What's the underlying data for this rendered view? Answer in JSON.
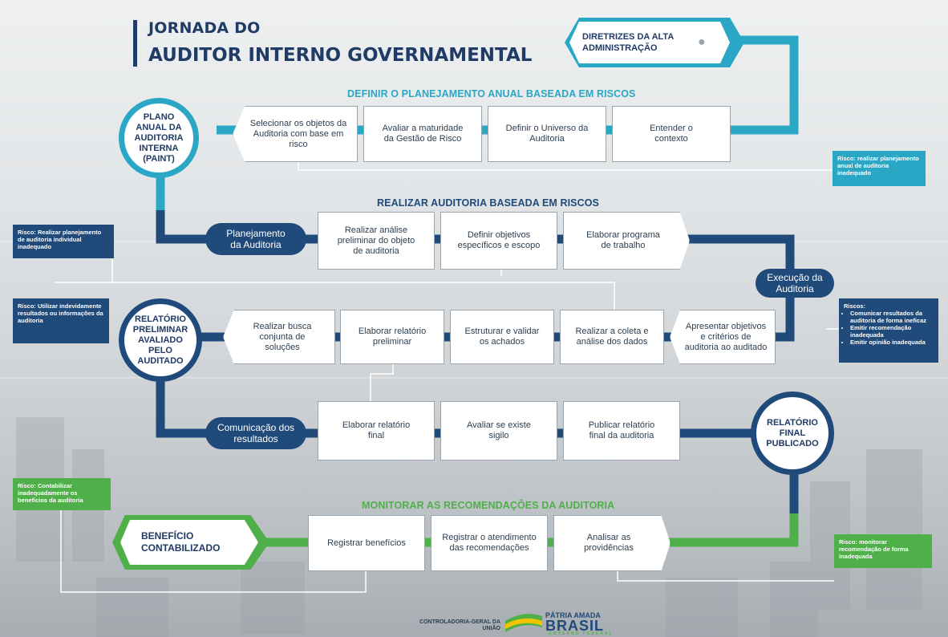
{
  "title": {
    "line1": "JORNADA DO",
    "line2": "AUDITOR INTERNO GOVERNAMENTAL"
  },
  "diretrizes": "DIRETRIZES DA ALTA ADMINISTRAÇÃO",
  "sections": {
    "s1": "DEFINIR O PLANEJAMENTO ANUAL BASEADA EM RISCOS",
    "s2": "REALIZAR AUDITORIA BASEADA EM RISCOS",
    "s3": "MONITORAR AS RECOMENDAÇÕES DA AUDITORIA"
  },
  "circles": {
    "paint": "PLANO ANUAL DA AUDITORIA INTERNA (PAINT)",
    "preliminar": "RELATÓRIO PRELIMINAR AVALIADO PELO AUDITADO",
    "final": "RELATÓRIO FINAL PUBLICADO"
  },
  "pills": {
    "planejamento": "Planejamento da Auditoria",
    "execucao": "Execução da Auditoria",
    "comunicacao": "Comunicação dos resultados"
  },
  "row1": [
    "Selecionar os objetos da Auditoria com base em risco",
    "Avaliar a maturidade da Gestão de Risco",
    "Definir o Universo da Auditoria",
    "Entender o contexto"
  ],
  "row2": [
    "Realizar análise preliminar do objeto de auditoria",
    "Definir objetivos específicos e escopo",
    "Elaborar programa de trabalho"
  ],
  "row3": [
    "Realizar busca conjunta de soluções",
    "Elaborar relatório preliminar",
    "Estruturar e validar os achados",
    "Realizar a coleta e análise dos dados",
    "Apresentar objetivos e critérios de auditoria ao auditado"
  ],
  "row4": [
    "Elaborar relatório final",
    "Avaliar se existe sigilo",
    "Publicar relatório final da auditoria"
  ],
  "row5": [
    "Registrar benefícios",
    "Registrar o atendimento das recomendações",
    "Analisar as providências"
  ],
  "beneficio": "BENEFÍCIO CONTABILIZADO",
  "risks": {
    "r1": "Risco: realizar planejamento anual de auditoria inadequado",
    "r2": "Risco: Realizar planejamento de auditoria individual inadequado",
    "r3": "Risco: Utilizar indevidamente resultados ou informações da auditoria",
    "r4_title": "Riscos:",
    "r4_items": [
      "Comunicar resultados da auditoria de forma ineficaz",
      "Emitir recomendação inadequada",
      "Emitir opinião inadequada"
    ],
    "r5": "Risco: Contabilizar inadequadamente os benefícios da auditoria",
    "r6": "Risco: monitorar recomendação de forma inadequada"
  },
  "footer": {
    "cgu": "CONTROLADORIA-GERAL DA UNIÃO",
    "patria": "PÁTRIA AMADA",
    "brasil": "BRASIL",
    "governo": "GOVERNO FEDERAL"
  },
  "colors": {
    "navy": "#1f4a7a",
    "teal": "#2aa7c4",
    "green": "#4fb04a",
    "title": "#1f3b66"
  }
}
